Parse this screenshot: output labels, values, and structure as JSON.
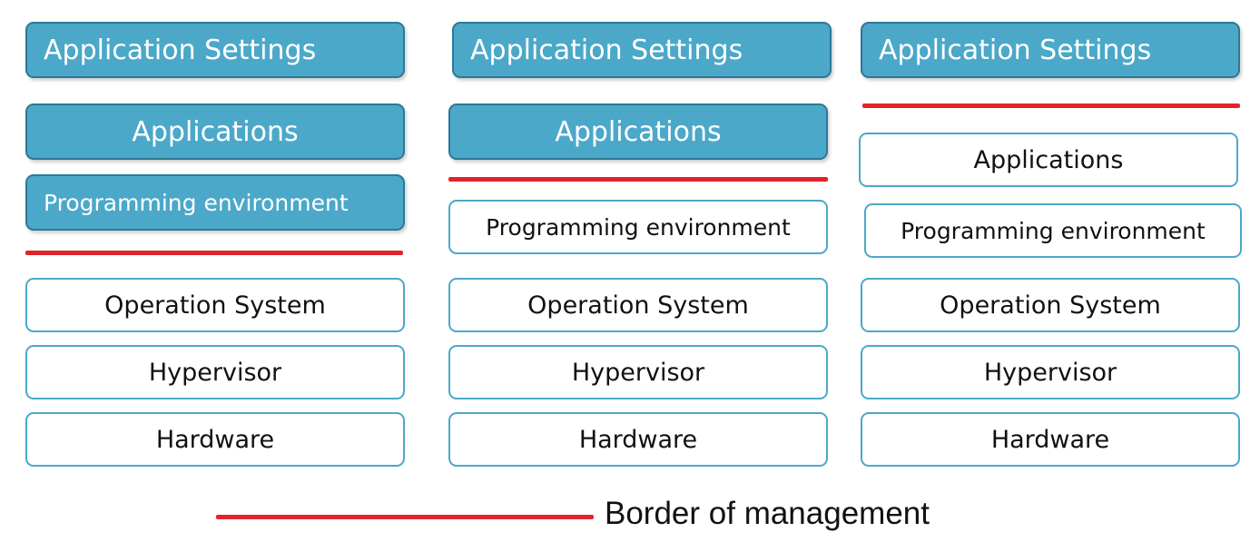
{
  "columns": [
    {
      "application_settings": "Application Settings",
      "applications": "Applications",
      "programming_environment": "Programming environment",
      "operation_system": "Operation System",
      "hypervisor": "Hypervisor",
      "hardware": "Hardware"
    },
    {
      "application_settings": "Application Settings",
      "applications": "Applications",
      "programming_environment": "Programming environment",
      "operation_system": "Operation System",
      "hypervisor": "Hypervisor",
      "hardware": "Hardware"
    },
    {
      "application_settings": "Application Settings",
      "applications": "Applications",
      "programming_environment": "Programming environment",
      "operation_system": "Operation System",
      "hypervisor": "Hypervisor",
      "hardware": "Hardware"
    }
  ],
  "legend": {
    "label": "Border of management"
  },
  "colors": {
    "filled_box": "#4ba8c9",
    "filled_border": "#2d7896",
    "empty_border": "#4ba8c9",
    "management_border": "#e3232c"
  }
}
